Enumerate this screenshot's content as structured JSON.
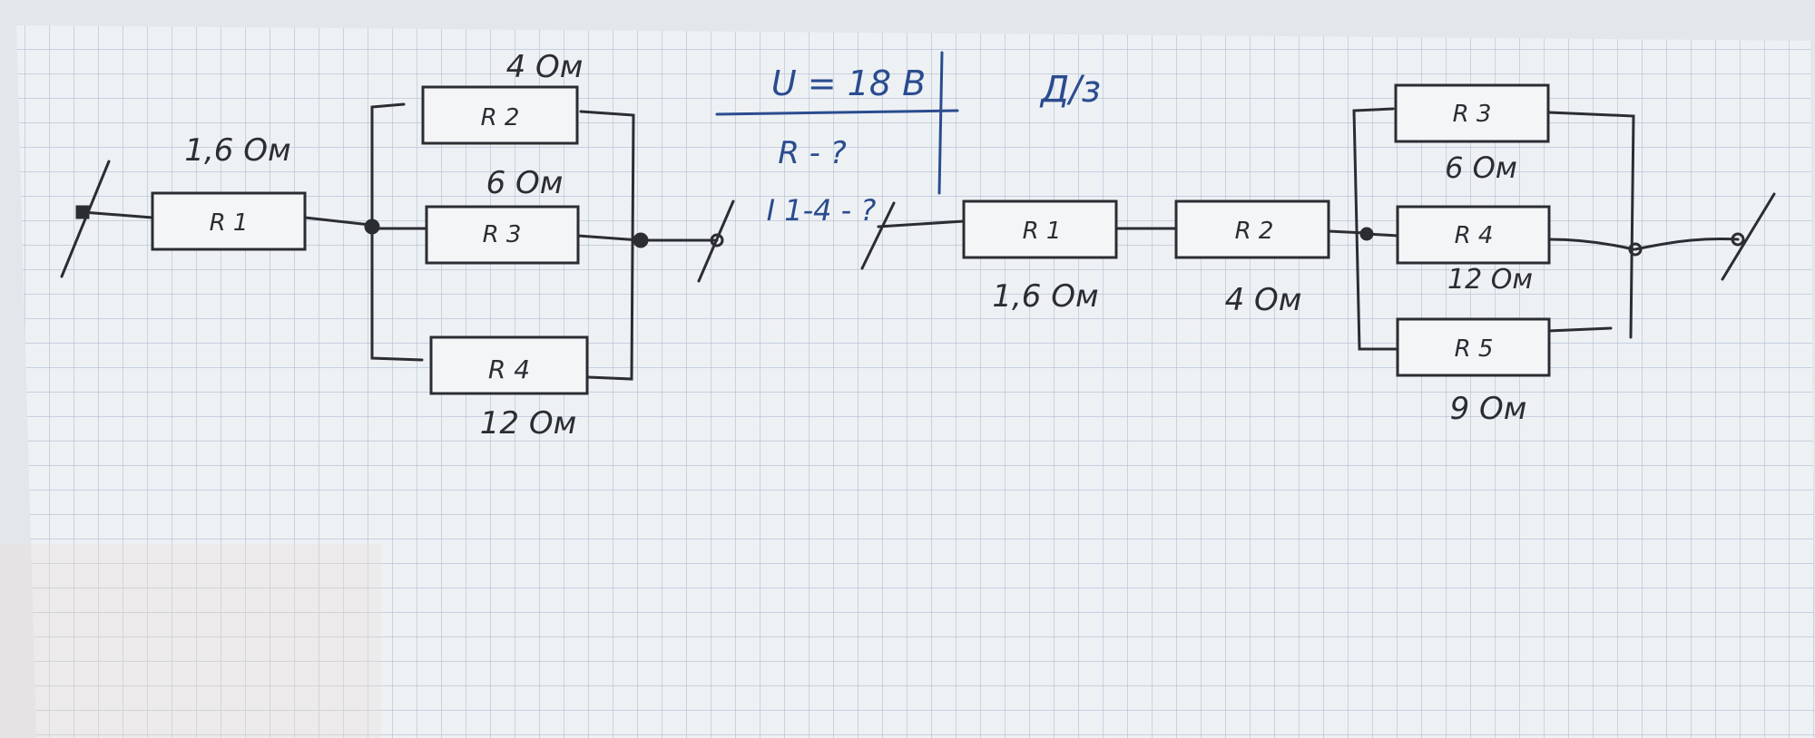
{
  "left_circuit": {
    "r1": {
      "label": "R 1",
      "value": "1,6 Ом"
    },
    "r2": {
      "label": "R 2",
      "value": "4 Ом"
    },
    "r3": {
      "label": "R 3",
      "value": "6 Ом"
    },
    "r4": {
      "label": "R 4",
      "value": "12 Ом"
    }
  },
  "given": {
    "voltage": "U = 18 В",
    "find_r": "R - ?",
    "find_i": "I 1-4 - ?",
    "tag": "Д/з"
  },
  "right_circuit": {
    "r1": {
      "label": "R 1",
      "value": "1,6 Ом"
    },
    "r2": {
      "label": "R 2",
      "value": "4 Ом"
    },
    "r3": {
      "label": "R 3",
      "value": "6 Ом"
    },
    "r4": {
      "label": "R 4",
      "value": "12 Ом"
    },
    "r5": {
      "label": "R 5",
      "value": "9 Ом"
    }
  },
  "colors": {
    "paper": "#edf0f3",
    "grid": "#b8c6d6",
    "ink_black": "#2b2d33",
    "ink_blue": "#2a4c8f"
  }
}
